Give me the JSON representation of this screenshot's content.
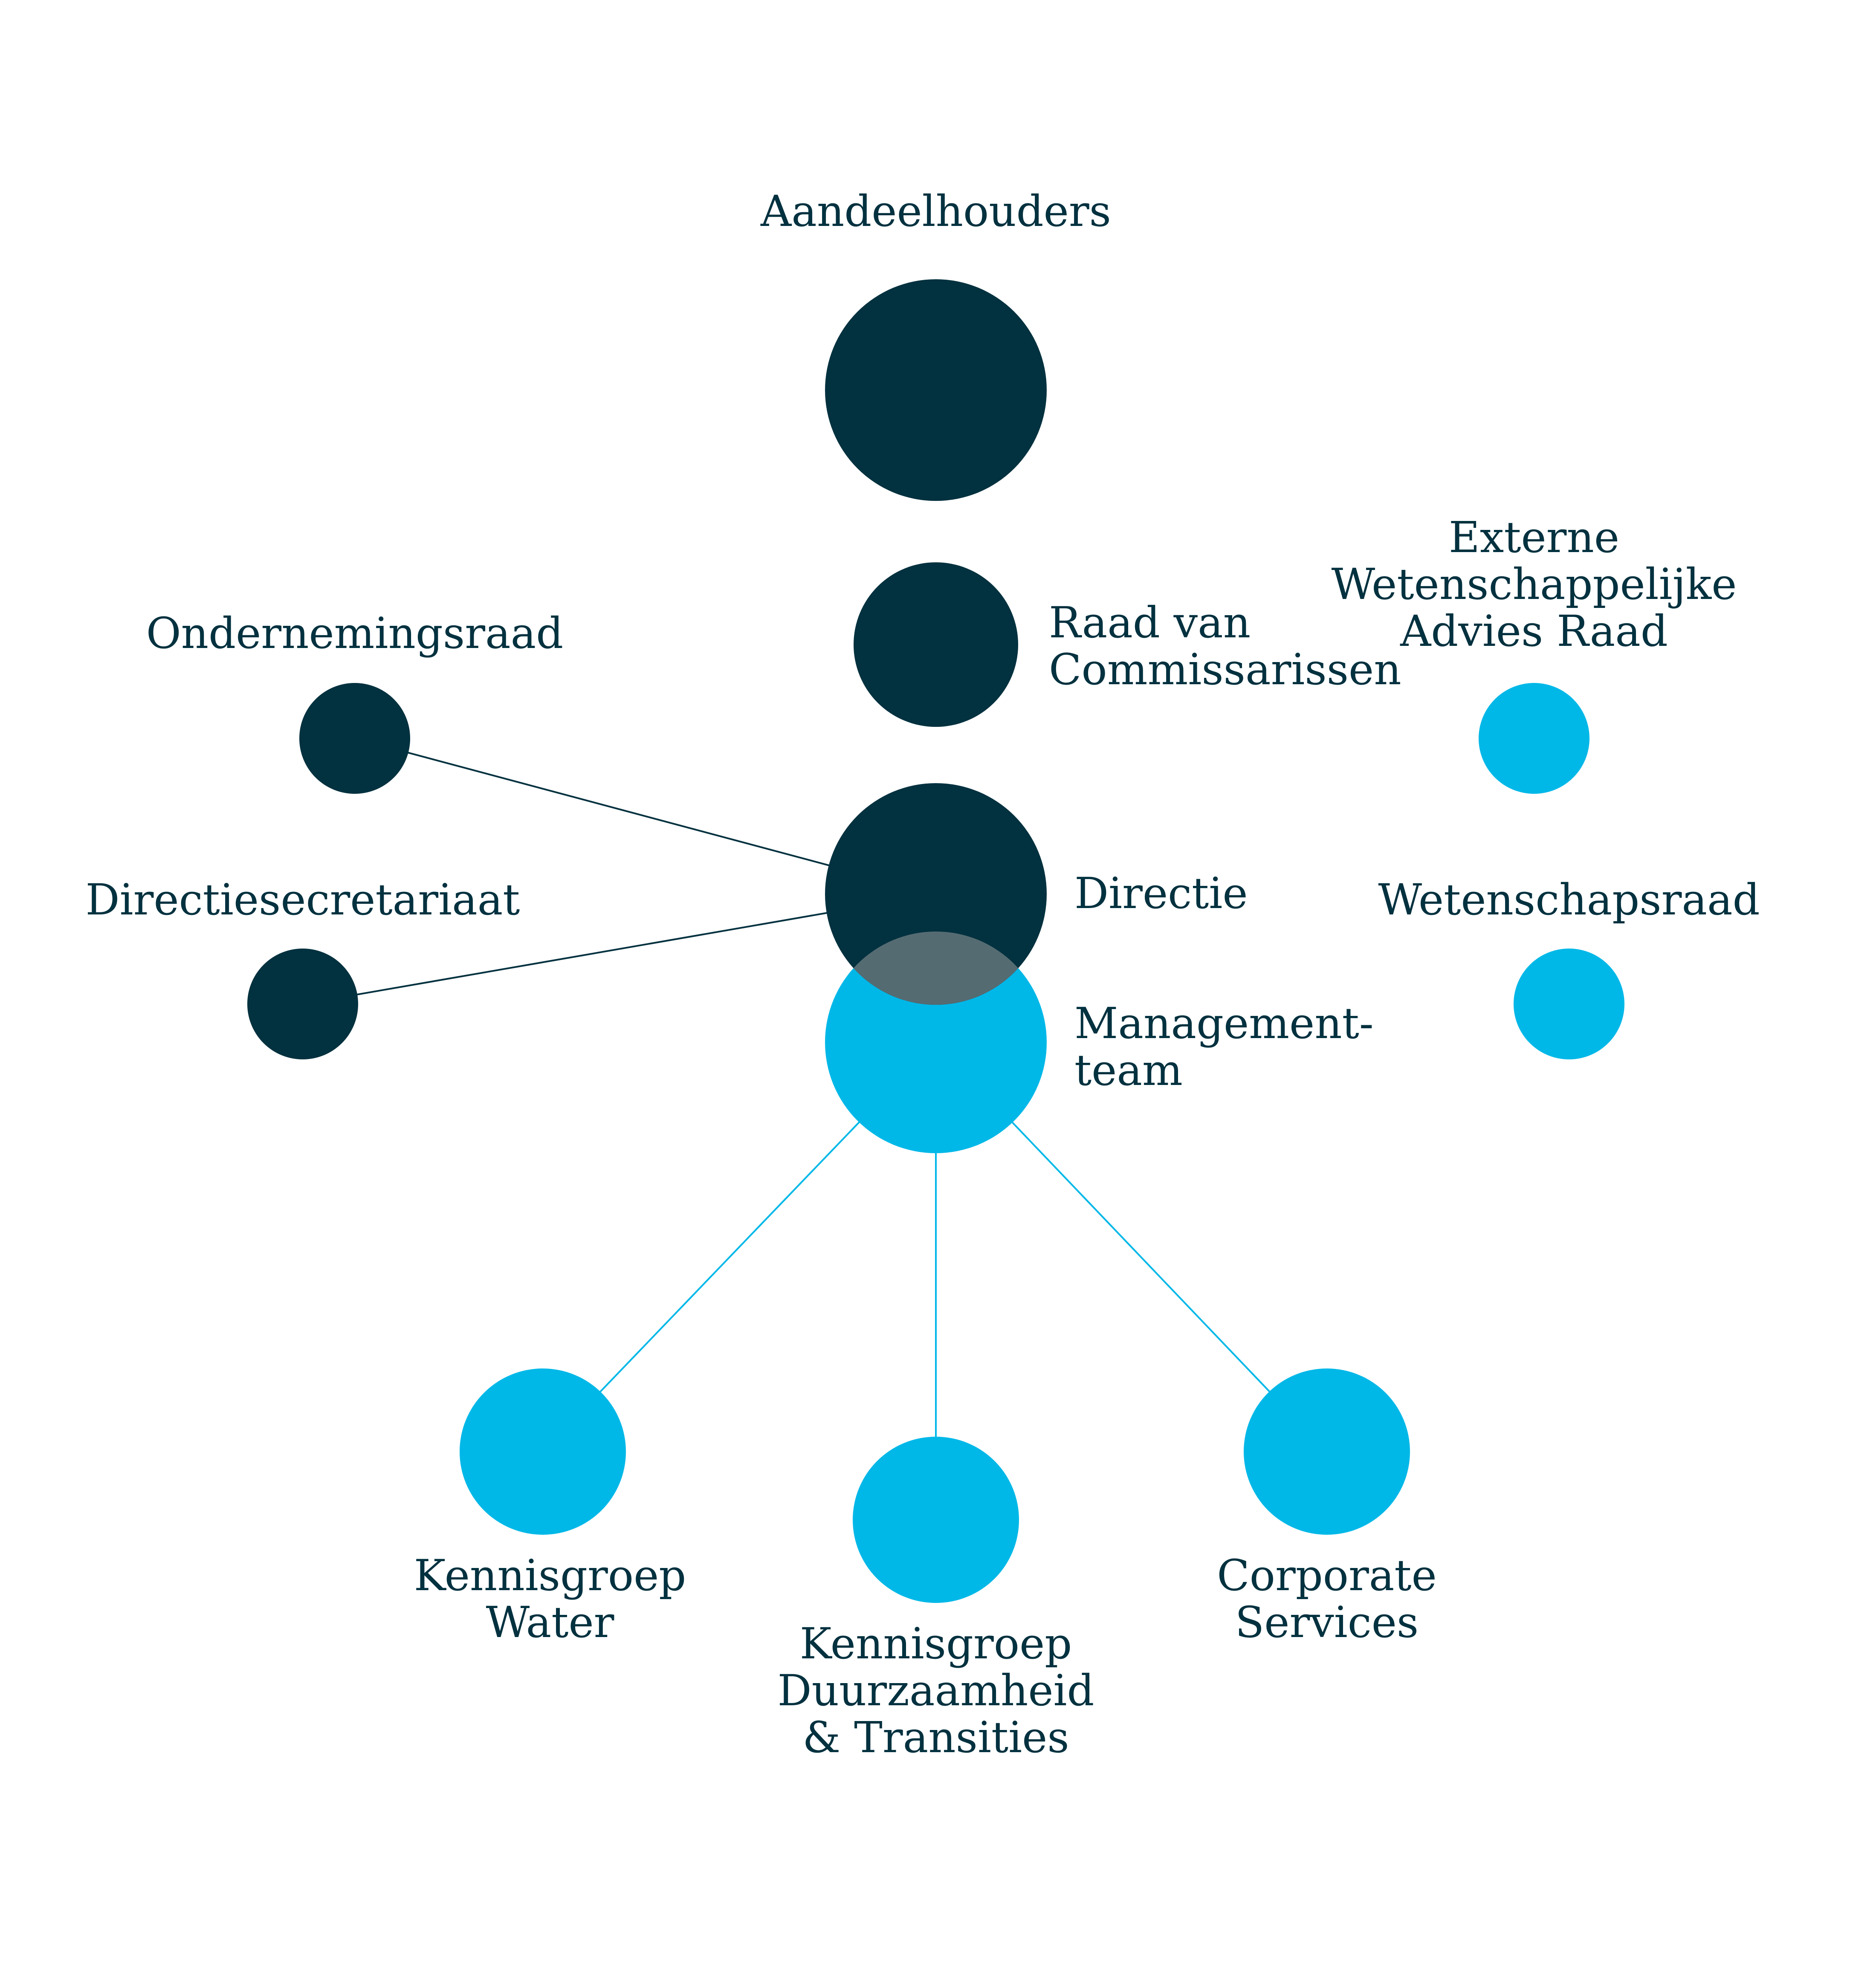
{
  "colors": {
    "dark": "#02313f",
    "light": "#00b8e8",
    "overlap": "#556b72",
    "background": "#ffffff"
  },
  "nodes": {
    "aandeelhouders": {
      "label": [
        "Aandeelhouders"
      ],
      "color": "dark"
    },
    "raad": {
      "label": [
        "Raad van",
        "Commissarissen"
      ],
      "color": "dark"
    },
    "directie": {
      "label": [
        "Directie"
      ],
      "color": "dark"
    },
    "management": {
      "label": [
        "Management-",
        "team"
      ],
      "color": "light"
    },
    "ondernemingsraad": {
      "label": [
        "Ondernemingsraad"
      ],
      "color": "dark"
    },
    "directiesecretariaat": {
      "label": [
        "Directiesecretariaat"
      ],
      "color": "dark"
    },
    "externe": {
      "label": [
        "Externe",
        "Wetenschappelijke",
        "Advies Raad"
      ],
      "color": "light"
    },
    "wetenschapsraad": {
      "label": [
        "Wetenschapsraad"
      ],
      "color": "light"
    },
    "water": {
      "label": [
        "Kennisgroep",
        "Water"
      ],
      "color": "light"
    },
    "duurzaamheid": {
      "label": [
        "Kennisgroep",
        "Duurzaamheid",
        "& Transities"
      ],
      "color": "light"
    },
    "corporate": {
      "label": [
        "Corporate",
        "Services"
      ],
      "color": "light"
    }
  },
  "connections": [
    {
      "from": "ondernemingsraad",
      "to": "directie",
      "color": "dark"
    },
    {
      "from": "directiesecretariaat",
      "to": "directie",
      "color": "dark"
    },
    {
      "from": "management",
      "to": "water",
      "color": "light"
    },
    {
      "from": "management",
      "to": "duurzaamheid",
      "color": "light"
    },
    {
      "from": "management",
      "to": "corporate",
      "color": "light"
    }
  ]
}
